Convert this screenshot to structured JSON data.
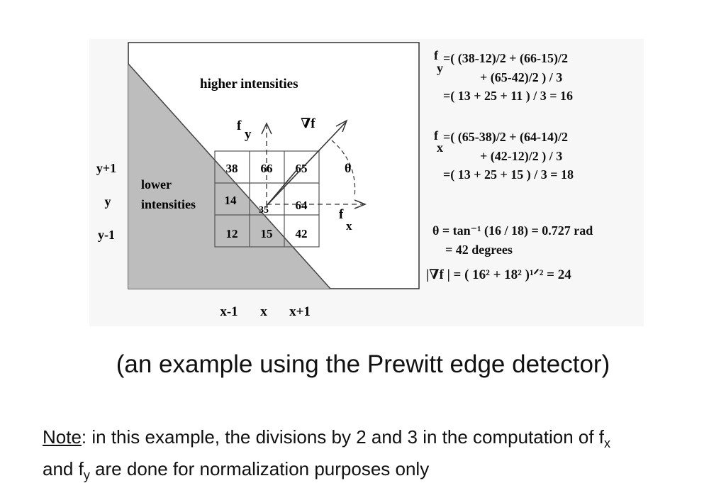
{
  "diagram": {
    "region_labels": {
      "higher": "higher intensities",
      "lower_1": "lower",
      "lower_2": "intensities"
    },
    "row_labels": [
      "y+1",
      "y",
      "y-1"
    ],
    "col_labels": [
      "x-1",
      "x",
      "x+1"
    ],
    "grid": [
      [
        "38",
        "66",
        "65"
      ],
      [
        "14",
        "35",
        "64"
      ],
      [
        "12",
        "15",
        "42"
      ]
    ],
    "arrow_labels": {
      "fy_f": "f",
      "fy_sub": "y",
      "grad": "∇f",
      "fx_f": "f",
      "fx_sub": "x",
      "theta": "θ"
    }
  },
  "equations": {
    "fy_lines": [
      "=( (38-12)/2 + (66-15)/2",
      "+ (65-42)/2 ) / 3",
      "=( 13 + 25 + 11 ) / 3 = 16"
    ],
    "fy_f": "f",
    "fy_sub": "y",
    "fx_lines": [
      "=( (65-38)/2 + (64-14)/2",
      "+ (42-12)/2 ) / 3",
      "=( 13 + 25 + 15 ) / 3 = 18"
    ],
    "fx_f": "f",
    "fx_sub": "x",
    "theta_line1": "θ  =  tan⁻¹ (16 / 18) = 0.727 rad",
    "theta_line2": "=  42 degrees",
    "mag_line": "|∇f |  =  ( 16² +  18² )¹ᐟ² = 24"
  },
  "caption": "(an example using the Prewitt edge detector)",
  "note": {
    "label": "Note",
    "text_1": ": in this example, the divisions by 2 and 3 in the computation of f",
    "sub_1": "x",
    "text_2": "and f",
    "sub_2": "y",
    "text_3": " are done for normalization purposes only"
  }
}
